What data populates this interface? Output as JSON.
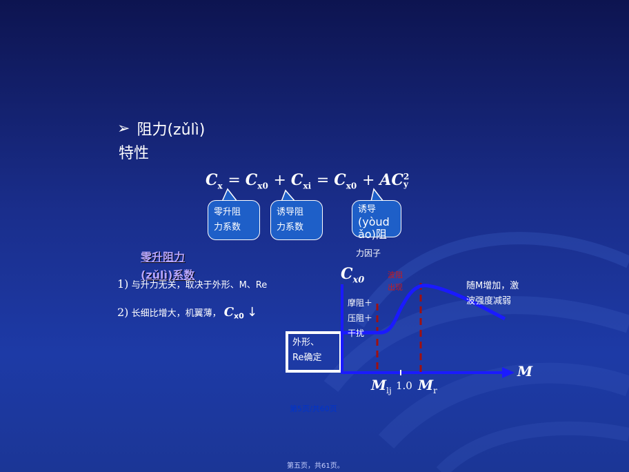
{
  "title": {
    "arrow": "➢",
    "text1": "阻力(zǔlì)",
    "text2": "特性"
  },
  "formula": {
    "lhs": "C",
    "lhs_sub": "x",
    "t1": "C",
    "t1_sub": "x0",
    "t2": "C",
    "t2_sub": "xi",
    "t3": "C",
    "t3_sub": "x0",
    "t4": "AC",
    "t4_sub": "y",
    "t4_sup": "2"
  },
  "callouts": [
    {
      "line1": "零升阻",
      "line2": "力系数"
    },
    {
      "line1": "诱导阻",
      "line2": "力系数"
    },
    {
      "line1": "诱导",
      "line2": "(yòud",
      "line3": "ǎo)阻",
      "line4": "力因子"
    }
  ],
  "section": {
    "line1": "零升阻力",
    "line2": "(zǔlì)系数"
  },
  "items": [
    {
      "num": "1)",
      "text": "与升力无关，取决于外形、M、Re"
    },
    {
      "num": "2)",
      "text": "长细比增大，机翼薄，",
      "sym": "C",
      "sym_sub": "x0",
      "tail": "↓"
    }
  ],
  "box": {
    "line1": "外形、",
    "line2": "Re确定"
  },
  "graph": {
    "y_axis": "C",
    "y_axis_sub": "x0",
    "x_axis": "M",
    "left_note": [
      "摩阻＋",
      "压阻＋",
      "干扰"
    ],
    "wave_note": [
      "波阻",
      "出现"
    ],
    "right_note": [
      "随M增加，激",
      "波强度减弱"
    ],
    "ticks": {
      "mlj": "M",
      "mlj_sub": "lj",
      "one": "1.0",
      "mr": "M",
      "mr_sub": "r"
    }
  },
  "footer": {
    "mid": "第5页/共60页",
    "bottom": "第五页，共61页。"
  },
  "colors": {
    "curve": "#1a1aff",
    "dashed": "#a01010",
    "axes": "#1a1aff"
  }
}
